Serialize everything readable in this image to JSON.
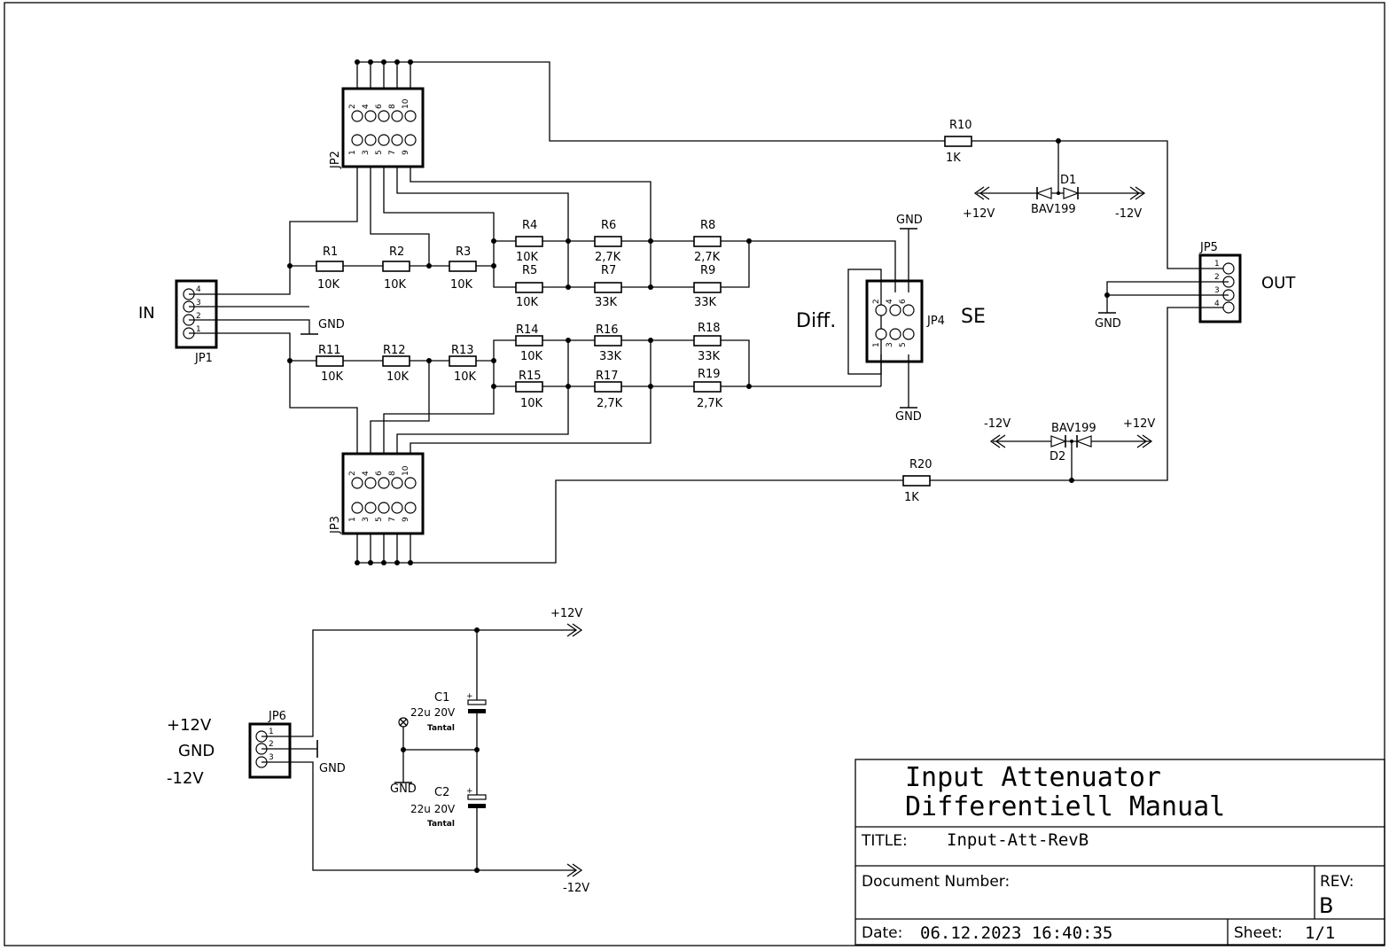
{
  "schematic": {
    "resistors": [
      {
        "ref": "R1",
        "value": "10K"
      },
      {
        "ref": "R2",
        "value": "10K"
      },
      {
        "ref": "R3",
        "value": "10K"
      },
      {
        "ref": "R4",
        "value": "10K"
      },
      {
        "ref": "R5",
        "value": "10K"
      },
      {
        "ref": "R6",
        "value": "2,7K"
      },
      {
        "ref": "R7",
        "value": "33K"
      },
      {
        "ref": "R8",
        "value": "2,7K"
      },
      {
        "ref": "R9",
        "value": "33K"
      },
      {
        "ref": "R10",
        "value": "1K"
      },
      {
        "ref": "R11",
        "value": "10K"
      },
      {
        "ref": "R12",
        "value": "10K"
      },
      {
        "ref": "R13",
        "value": "10K"
      },
      {
        "ref": "R14",
        "value": "10K"
      },
      {
        "ref": "R15",
        "value": "10K"
      },
      {
        "ref": "R16",
        "value": "33K"
      },
      {
        "ref": "R17",
        "value": "2,7K"
      },
      {
        "ref": "R18",
        "value": "33K"
      },
      {
        "ref": "R19",
        "value": "2,7K"
      },
      {
        "ref": "R20",
        "value": "1K"
      }
    ],
    "connectors": {
      "jp1": "JP1",
      "jp2": "JP2",
      "jp3": "JP3",
      "jp4": "JP4",
      "jp5": "JP5",
      "jp6": "JP6"
    },
    "diodes": {
      "d1_ref": "D1",
      "d1_value": "BAV199",
      "d2_ref": "D2",
      "d2_value": "BAV199"
    },
    "capacitors": [
      {
        "ref": "C1",
        "value": "22u 20V",
        "type": "Tantal"
      },
      {
        "ref": "C2",
        "value": "22u 20V",
        "type": "Tantal"
      }
    ],
    "net_labels": {
      "gnd": "GND",
      "p12": "+12V",
      "m12": "-12V"
    },
    "text_labels": {
      "in": "IN",
      "out": "OUT",
      "diff": "Diff.",
      "se": "SE",
      "pwr_p12": "+12V",
      "pwr_gnd": "GND",
      "pwr_m12": "-12V"
    },
    "pin_numbers": {
      "p1": "1",
      "p2": "2",
      "p3": "3",
      "p4": "4",
      "p5": "5",
      "p6": "6",
      "p7": "7",
      "p8": "8",
      "p9": "9",
      "p10": "10"
    }
  },
  "title_block": {
    "project_line1": "Input Attenuator",
    "project_line2": "Differentiell Manual",
    "title_label": "TITLE:",
    "title_value": "Input-Att-RevB",
    "docnum_label": "Document Number:",
    "rev_label": "REV:",
    "rev_value": "B",
    "date_label": "Date:",
    "date_value": "06.12.2023 16:40:35",
    "sheet_label": "Sheet:",
    "sheet_value": "1/1"
  }
}
